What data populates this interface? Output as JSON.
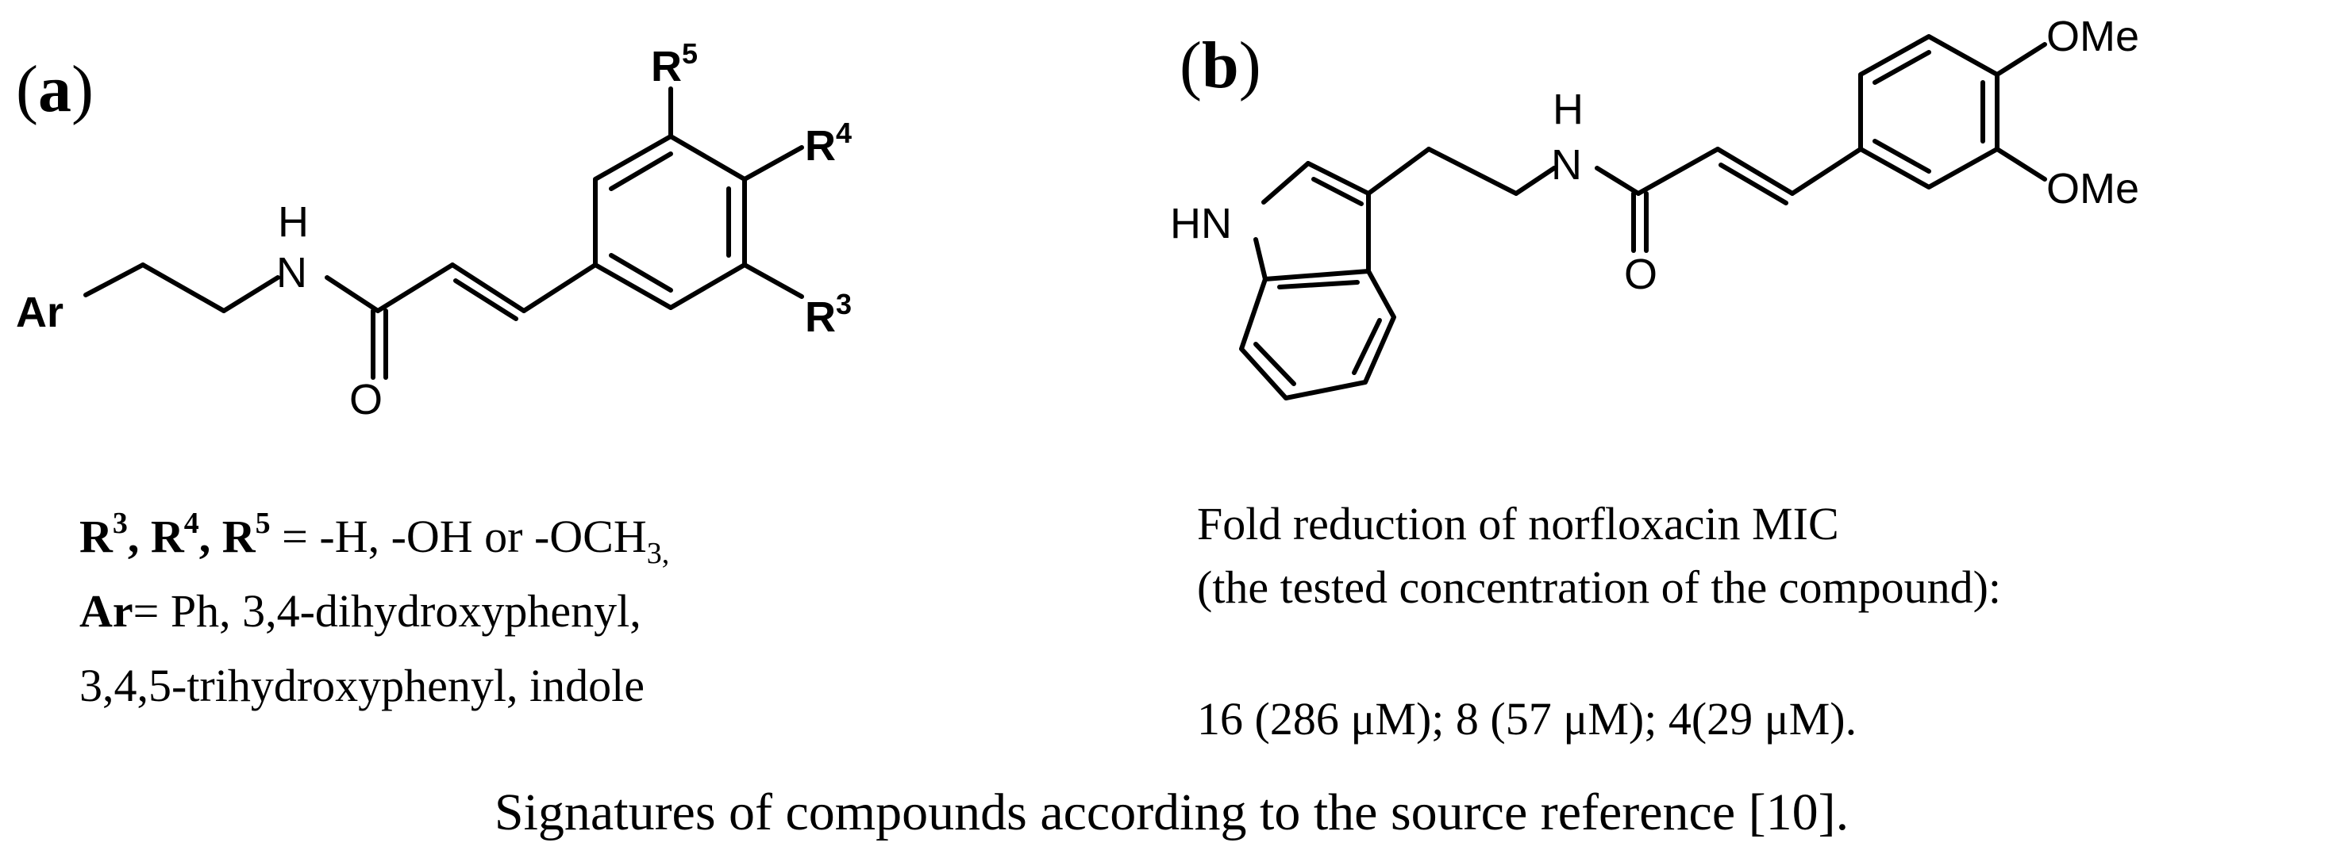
{
  "panel_a": {
    "label": "a",
    "open_paren": "(",
    "close_paren": ")",
    "structure": {
      "ar": "Ar",
      "nh_h": "H",
      "nh_n": "N",
      "carbonyl_o": "O",
      "r5": "R",
      "r5_sup": "5",
      "r4": "R",
      "r4_sup": "4",
      "r3": "R",
      "r3_sup": "3"
    },
    "legend": {
      "line1": {
        "r3": "R",
        "r3_sup": "3",
        "sep1": ", ",
        "r4": "R",
        "r4_sup": "4",
        "sep2": ", ",
        "r5": "R",
        "r5_sup": "5",
        "rest": " = -H, -OH or -OCH",
        "sub": "3,"
      },
      "line2": {
        "ar": "Ar",
        "rest": "= Ph, 3,4-dihydroxyphenyl,"
      },
      "line3": "3,4,5-trihydroxyphenyl, indole"
    }
  },
  "panel_b": {
    "label": "b",
    "open_paren": "(",
    "close_paren": ")",
    "structure": {
      "indole_nh": "HN",
      "nh_h": "H",
      "nh_n": "N",
      "carbonyl_o": "O",
      "ome_top": "OMe",
      "ome_bottom": "OMe"
    },
    "legend": {
      "line1": "Fold reduction of  norfloxacin MIC",
      "line2": "(the tested concentration of the compound):",
      "line3": "16 (286 μM); 8 (57 μM); 4(29 μM)."
    }
  },
  "caption": "Signatures of compounds according to the source reference [10]."
}
